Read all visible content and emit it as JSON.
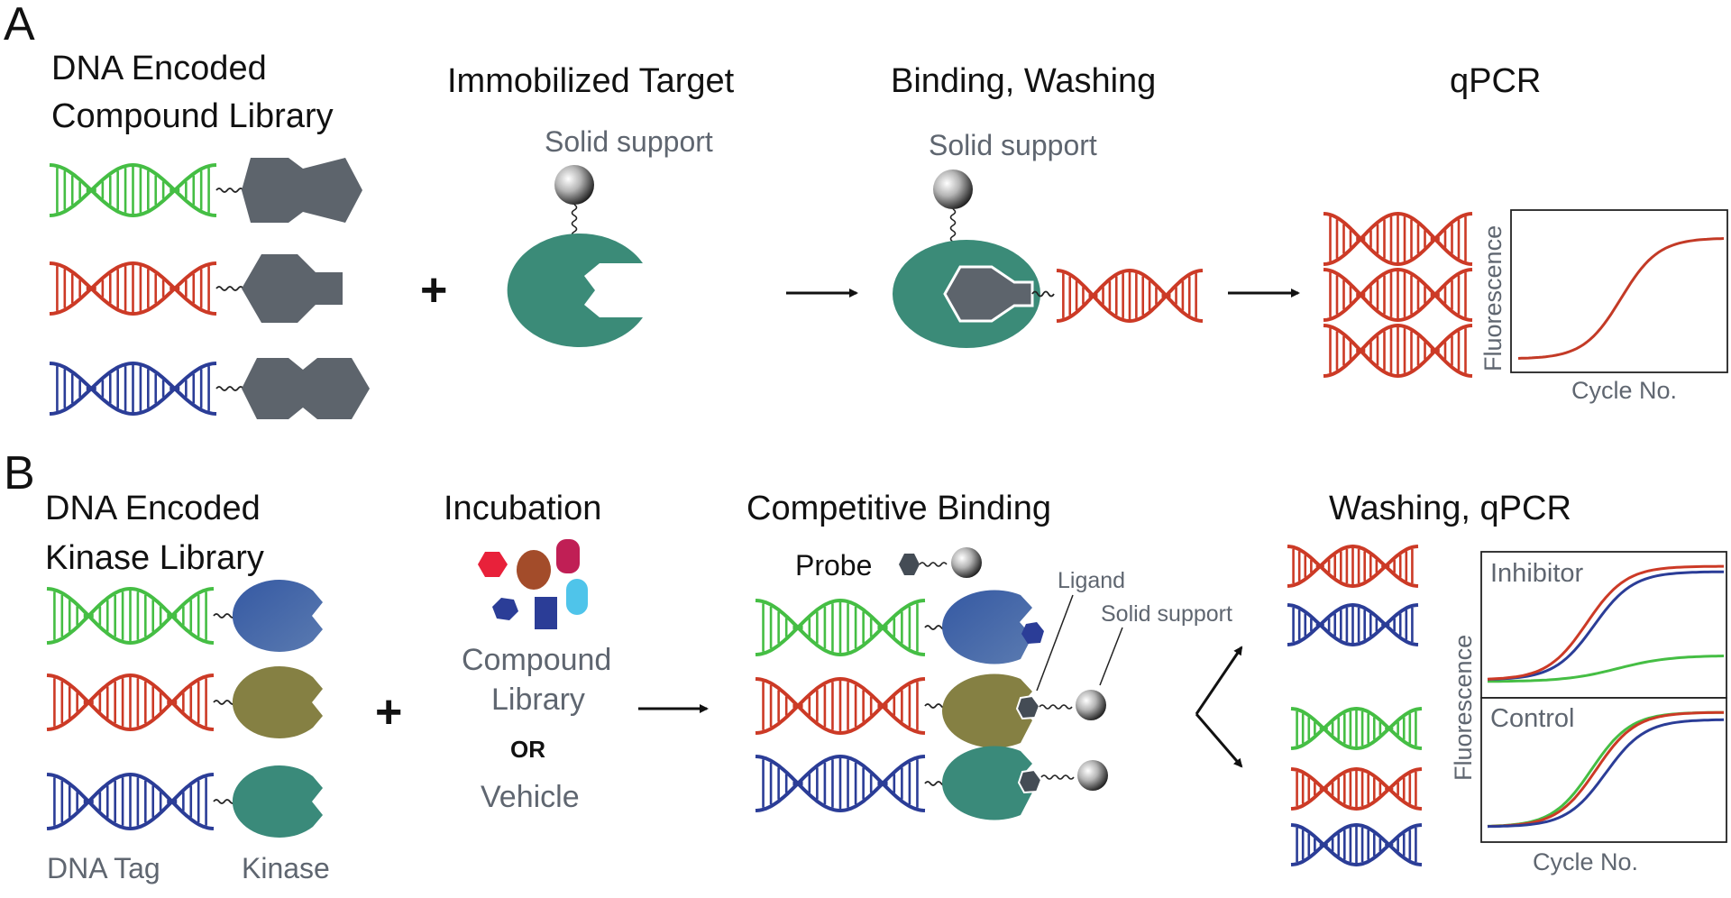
{
  "colors": {
    "green": "#45be44",
    "red": "#cc3a26",
    "blue": "#2b3d97",
    "compound_gray": "#5d646c",
    "target_teal": "#3b8b78",
    "kinase_blue": "#3f65a8",
    "kinase_olive": "#858043",
    "kinase_teal": "#3a8a7a",
    "label_gray": "#5f6670",
    "compound_red": "#e8213a",
    "compound_brown": "#a34c2a",
    "compound_magenta": "#c01f55",
    "compound_blue": "#2b3d97",
    "compound_cyan": "#4fc4ea"
  },
  "panel_a": {
    "letter": "A",
    "title_library": [
      "DNA Encoded",
      "Compound Library"
    ],
    "title_target": "Immobilized Target",
    "title_binding": "Binding, Washing",
    "title_qpcr": "qPCR",
    "solid_support_1": "Solid support",
    "solid_support_2": "Solid support",
    "plus": "+",
    "chart": {
      "ylabel": "Fluorescence",
      "xlabel": "Cycle No."
    }
  },
  "panel_b": {
    "letter": "B",
    "title_library": [
      "DNA Encoded",
      "Kinase Library"
    ],
    "title_incubation": "Incubation",
    "title_competitive": "Competitive Binding",
    "title_washing": "Washing, qPCR",
    "plus": "+",
    "compound_library": [
      "Compound",
      "Library"
    ],
    "or": "OR",
    "vehicle": "Vehicle",
    "probe": "Probe",
    "ligand": "Ligand",
    "solid_support": "Solid support",
    "dna_tag": "DNA Tag",
    "kinase": "Kinase",
    "chart_inhibitor": {
      "title": "Inhibitor"
    },
    "chart_control": {
      "title": "Control"
    },
    "chart_ylabel": "Fluorescence",
    "chart_xlabel": "Cycle No."
  }
}
